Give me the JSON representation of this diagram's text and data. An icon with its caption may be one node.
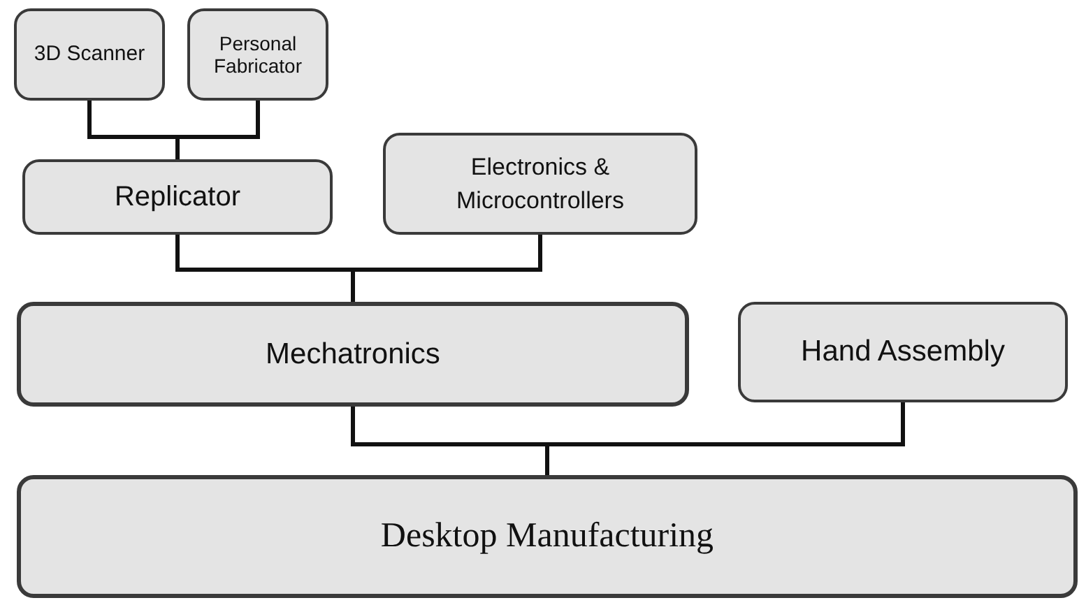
{
  "diagram": {
    "nodes": [
      {
        "text": [
          "3D Scanner"
        ]
      },
      {
        "text": [
          "Personal Fabricator"
        ]
      },
      {
        "text": [
          "Replicator"
        ]
      },
      {
        "text": [
          "Electronics & Microcontrollers"
        ]
      },
      {
        "text": [
          "Mechatronics"
        ]
      },
      {
        "text": [
          "Hand Assembly"
        ]
      },
      {
        "text": [
          "Desktop Manufacturing"
        ]
      }
    ],
    "edges": [
      {
        "from": 0,
        "to": 2,
        "arrow": "none"
      },
      {
        "from": 1,
        "to": 2,
        "arrow": "none"
      },
      {
        "from": 2,
        "to": 4,
        "arrow": "none"
      },
      {
        "from": 3,
        "to": 4,
        "arrow": "none"
      },
      {
        "from": 4,
        "to": 6,
        "arrow": "none"
      },
      {
        "from": 5,
        "to": 6,
        "arrow": "none"
      }
    ]
  }
}
